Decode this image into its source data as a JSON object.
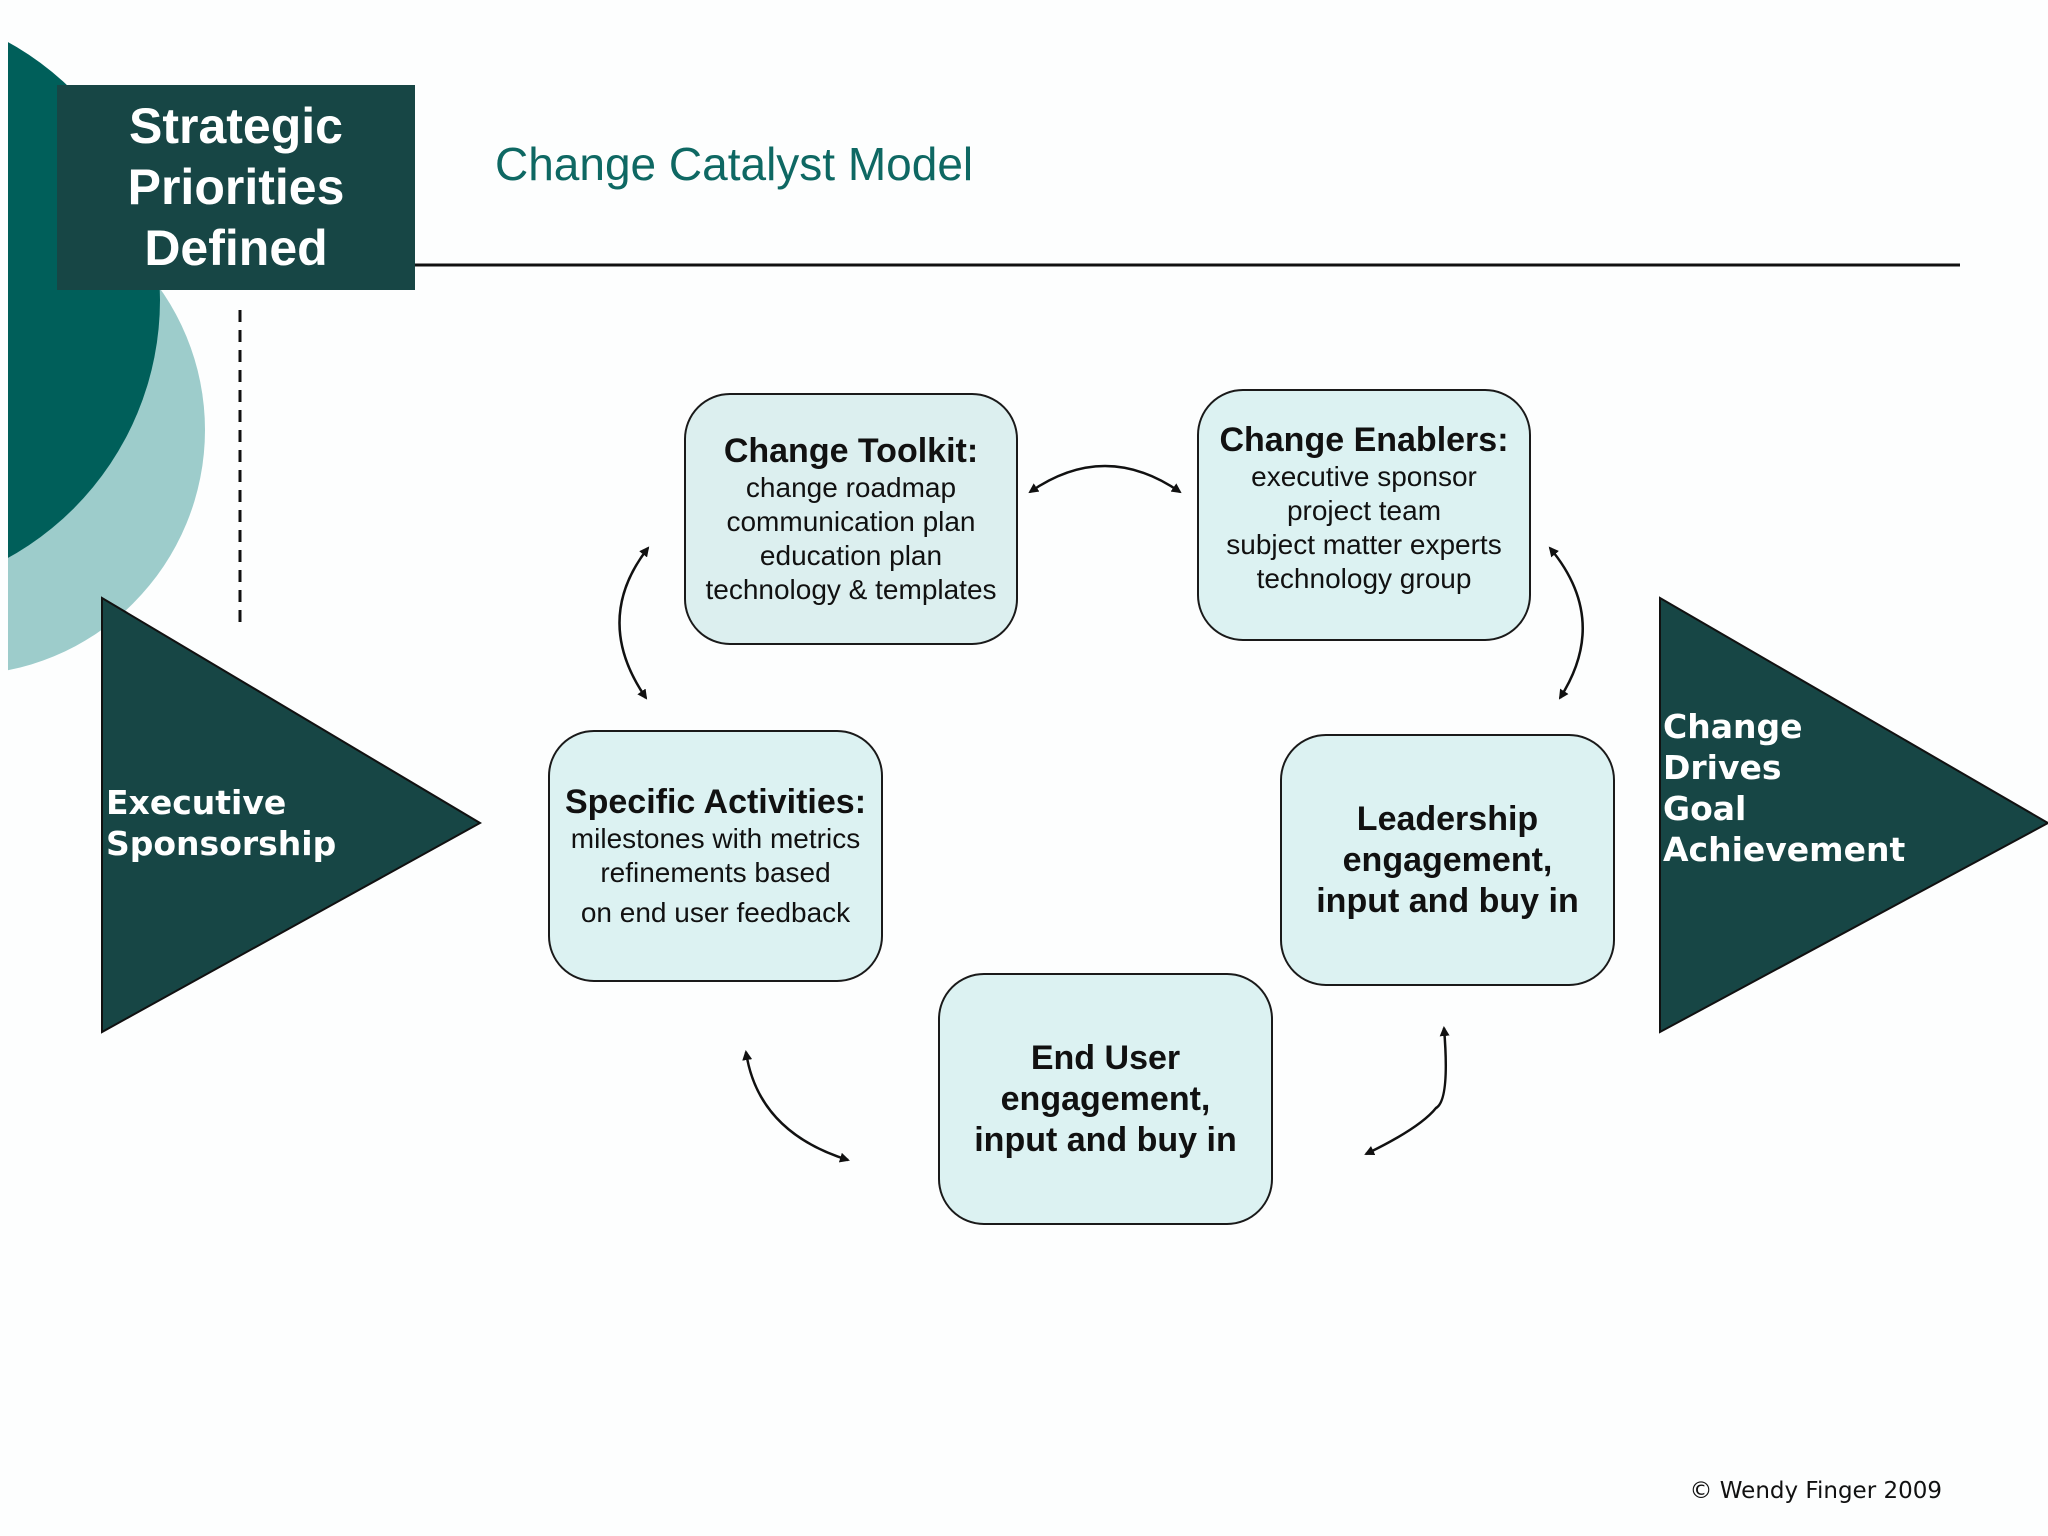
{
  "header": {
    "badge_title": "Strategic\nPriorities\nDefined",
    "slide_title": "Change Catalyst Model"
  },
  "colors": {
    "dark_teal": "#174645",
    "teal": "#005f5a",
    "light_teal": "#9dcccb",
    "box_fill": "#dcf2f2"
  },
  "diagram": {
    "left_triangle_label": "Executive\nSponsorship",
    "right_triangle_label": "Change\nDrives\nGoal\nAchievement",
    "toolkit": {
      "heading": "Change Toolkit:",
      "lines": [
        "change roadmap",
        "communication plan",
        "education plan",
        "technology & templates"
      ]
    },
    "enablers": {
      "heading": "Change Enablers:",
      "lines": [
        "executive sponsor",
        "project team",
        "subject matter experts",
        "technology group"
      ]
    },
    "activities": {
      "heading": "Specific Activities:",
      "lines": [
        "milestones with metrics",
        "refinements based",
        "on end user feedback"
      ]
    },
    "leadership": {
      "text": "Leadership\nengagement,\ninput and buy in"
    },
    "end_user": {
      "text": "End User\nengagement,\ninput and buy in"
    }
  },
  "footer": {
    "copyright": "© Wendy Finger 2009"
  }
}
